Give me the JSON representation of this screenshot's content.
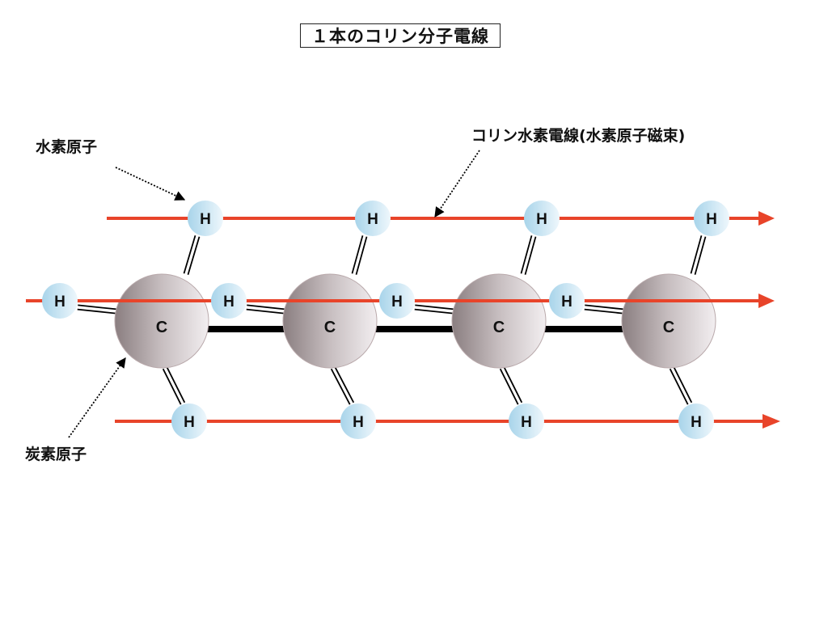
{
  "title": "１本のコリン分子電線",
  "labels": {
    "hydrogen_atom": "水素原子",
    "carbon_atom": "炭素原子",
    "hydrogen_wire": "コリン水素電線(水素原子磁束)"
  },
  "atoms": {
    "carbon_symbol": "C",
    "hydrogen_symbol": "H",
    "carbon_count": 4,
    "hydrogens_per_row": 4,
    "rows": [
      "top",
      "middle",
      "bottom"
    ]
  },
  "colors": {
    "wire": "#e8442a",
    "bond": "#000000",
    "carbon_dark": "#8a7e80",
    "carbon_light": "#f2eef0",
    "hydrogen_dark": "#a8d4ea",
    "hydrogen_light": "#eef7fc"
  },
  "icons": {
    "arrow": "arrow-right-icon",
    "pointer": "dotted-arrow-icon"
  }
}
